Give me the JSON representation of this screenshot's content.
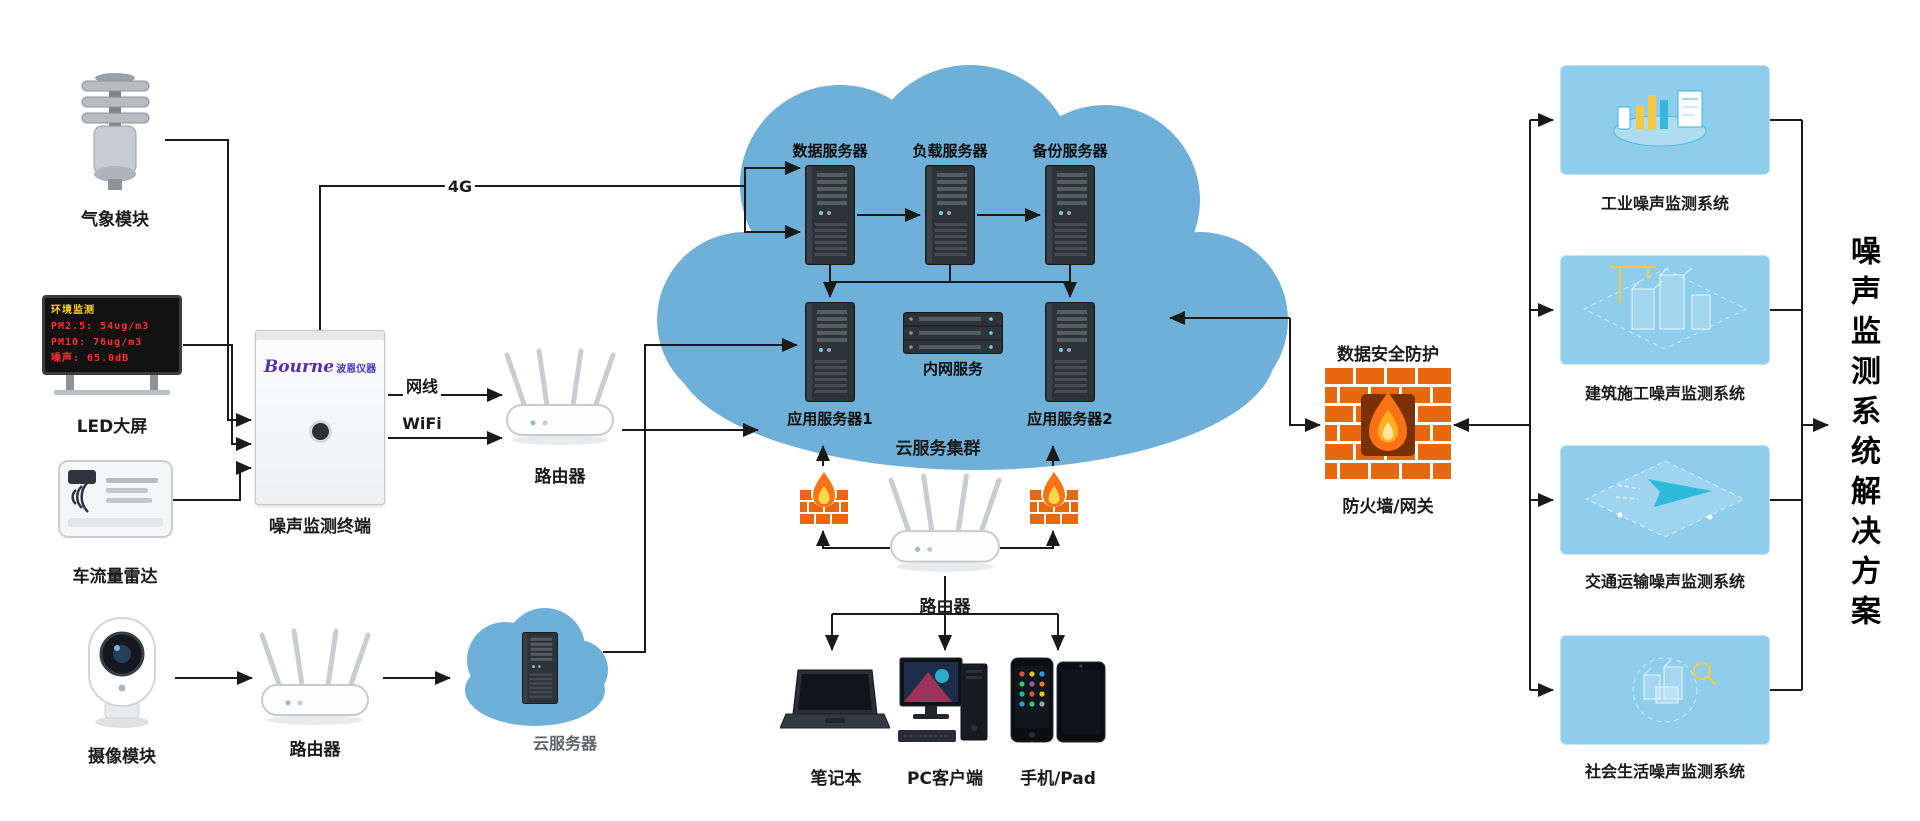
{
  "diagram": {
    "title": "噪声监测系统解决方案",
    "devices": {
      "weather": "气象模块",
      "led_screen": "LED大屏",
      "led_lines": [
        "环境监测",
        "PM2.5: 54ug/m3",
        "PM10: 76ug/m3",
        "噪声: 65.0dB"
      ],
      "radar": "车流量雷达",
      "camera": "摄像模块"
    },
    "terminal": {
      "brand": "Bourne",
      "brand_cn": "波恩仪器",
      "label": "噪声监测终端"
    },
    "links": {
      "four_g": "4G",
      "ethernet": "网线",
      "wifi": "WiFi"
    },
    "router_main": "路由器",
    "router_edge": "路由器",
    "router_access": "路由器",
    "edge_cloud": "云服务器",
    "cloud": {
      "label": "云服务集群",
      "data_server": "数据服务器",
      "load_server": "负载服务器",
      "backup_server": "备份服务器",
      "app_server_1": "应用服务器1",
      "intranet": "内网服务",
      "app_server_2": "应用服务器2"
    },
    "security": {
      "title": "数据安全防护",
      "label": "防火墙/网关"
    },
    "clients": {
      "laptop": "笔记本",
      "pc": "PC客户端",
      "mobile": "手机/Pad"
    },
    "systems": [
      {
        "label": "工业噪声监测系统"
      },
      {
        "label": "建筑施工噪声监测系统"
      },
      {
        "label": "交通运输噪声监测系统"
      },
      {
        "label": "社会生活噪声监测系统"
      }
    ]
  },
  "colors": {
    "cloud_blue": "#6fb0d8",
    "panel_blue": "#8ecdeb",
    "firewall_orange": "#e8680f",
    "flame_orange": "#f97316",
    "arrow": "#1a1a1a"
  }
}
